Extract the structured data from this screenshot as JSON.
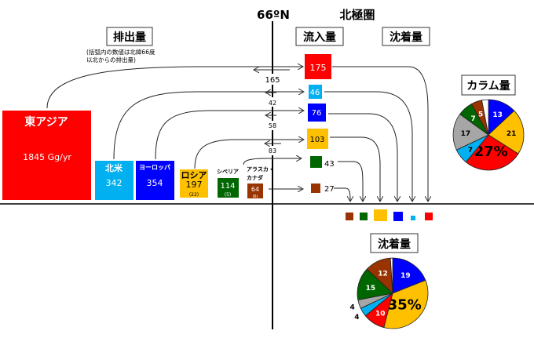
{
  "header": {
    "latitude": "66ºN",
    "arctic": "北極圏"
  },
  "boxes": {
    "emission": "排出量",
    "inflow": "流入量",
    "deposition_col": "沈着量",
    "column": "カラム量",
    "deposition": "沈着量"
  },
  "note": [
    "(括弧内の数値は北緯66度",
    "以北からの排出量)"
  ],
  "sources": [
    {
      "name": "東アジア",
      "value": "1845 Gg/yr",
      "color": "#ff0000"
    },
    {
      "name": "北米",
      "value": "342",
      "color": "#00b0f0"
    },
    {
      "name": "ヨーロッパ",
      "value": "354",
      "color": "#0000ff"
    },
    {
      "name": "ロシア",
      "value": "197",
      "sub": "(22)",
      "color": "#ffc000"
    },
    {
      "name": "シベリア",
      "value": "114",
      "sub": "(5)",
      "color": "#006600"
    },
    {
      "name": "アラスカ・",
      "name2": "カナダ",
      "value": "64",
      "sub": "(6)",
      "color": "#993300"
    }
  ],
  "inflow": [
    "175",
    "46",
    "76",
    "103",
    "43",
    "27"
  ],
  "return_flow": [
    "165",
    "42",
    "58",
    "83"
  ],
  "column_pie": {
    "values": [
      13,
      21,
      27,
      7,
      17,
      7,
      5,
      3
    ],
    "labels": [
      "13",
      "21",
      "27%",
      "7",
      "17",
      "7",
      "5",
      ""
    ],
    "colors": [
      "#0000ff",
      "#ffc000",
      "#ff0000",
      "#00b0f0",
      "#a6a6a6",
      "#006600",
      "#993300",
      "#ffffff"
    ]
  },
  "deposition_pie": {
    "values": [
      19,
      35,
      10,
      4,
      4,
      15,
      12,
      1
    ],
    "labels": [
      "19",
      "35%",
      "10",
      "4",
      "4",
      "15",
      "12",
      ""
    ],
    "colors": [
      "#0000ff",
      "#ffc000",
      "#ff0000",
      "#00b0f0",
      "#a6a6a6",
      "#006600",
      "#993300",
      "#ffffff"
    ]
  }
}
